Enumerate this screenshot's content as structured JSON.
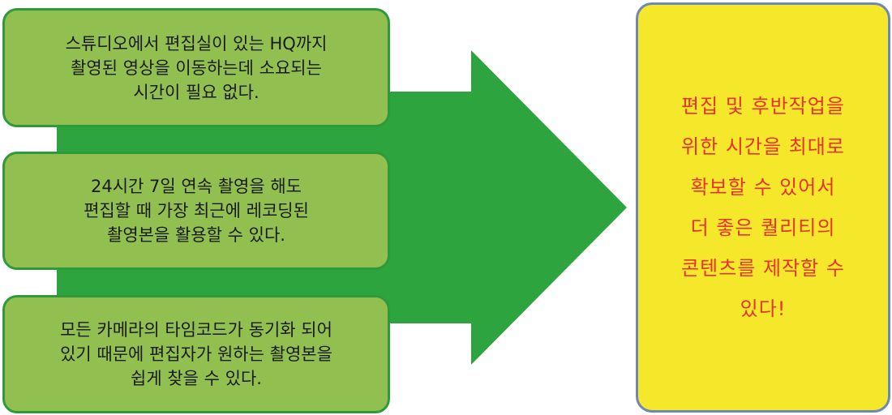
{
  "left_boxes": [
    {
      "lines": [
        "스튜디오에서 편집실이 있는 HQ까지",
        "촬영된 영상을 이동하는데 소요되는",
        "시간이 필요 없다."
      ]
    },
    {
      "lines": [
        "24시간 7일 연속 촬영을 해도",
        "편집할 때 가장 최근에 레코딩된",
        "촬영본을 활용할 수 있다."
      ]
    },
    {
      "lines": [
        "모든 카메라의 타임코드가 동기화 되어",
        "있기 때문에 편집자가 원하는 촬영본을",
        "쉽게 찾을 수 있다."
      ]
    }
  ],
  "result_box": {
    "lines": [
      "편집 및 후반작업을",
      "위한 시간을 최대로",
      "확보할 수 있어서",
      "더 좋은 퀄리티의",
      "콘텐츠를 제작할 수",
      "있다!"
    ]
  },
  "colors": {
    "arrow": "#2ea43e",
    "box_fill": "#92c050",
    "box_border": "#2e9a3c",
    "result_fill": "#f5e82a",
    "result_border": "#6f87b8",
    "result_text": "#e8322e"
  }
}
